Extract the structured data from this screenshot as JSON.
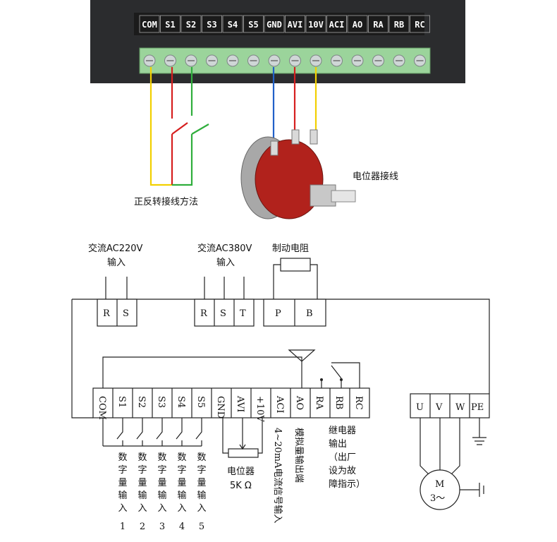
{
  "photo": {
    "terminal_labels": [
      "COM",
      "S1",
      "S2",
      "S3",
      "S4",
      "S5",
      "GND",
      "AVI",
      "10V",
      "ACI",
      "AO",
      "RA",
      "RB",
      "RC"
    ],
    "caption_reverse": "正反转接线方法",
    "caption_pot": "电位器接线",
    "colors": {
      "yellow": "#f2d000",
      "red": "#d61f1f",
      "green": "#2fae3c",
      "blue": "#2060c8"
    }
  },
  "schematic": {
    "input_220": {
      "line1": "交流AC220V",
      "line2": "输入",
      "terminals": [
        "R",
        "S"
      ]
    },
    "input_380": {
      "line1": "交流AC380V",
      "line2": "输入",
      "terminals": [
        "R",
        "S",
        "T"
      ]
    },
    "brake": {
      "label": "制动电阻",
      "terminals": [
        "P",
        "B"
      ]
    },
    "control_terminals": [
      "COM",
      "S1",
      "S2",
      "S3",
      "S4",
      "S5",
      "GND",
      "AVI",
      "+10V",
      "ACI",
      "AO",
      "RA",
      "RB",
      "RC"
    ],
    "motor_terminals": [
      "U",
      "V",
      "W",
      "PE"
    ],
    "motor_label_1": "M",
    "motor_label_2": "3～",
    "digital_inputs": [
      {
        "chars": [
          "数",
          "字",
          "量",
          "输",
          "入"
        ],
        "num": "1"
      },
      {
        "chars": [
          "数",
          "字",
          "量",
          "输",
          "入"
        ],
        "num": "2"
      },
      {
        "chars": [
          "数",
          "字",
          "量",
          "输",
          "入"
        ],
        "num": "3"
      },
      {
        "chars": [
          "数",
          "字",
          "量",
          "输",
          "入"
        ],
        "num": "4"
      },
      {
        "chars": [
          "数",
          "字",
          "量",
          "输",
          "入"
        ],
        "num": "5"
      }
    ],
    "pot_label_1": "电位器",
    "pot_label_2": "5K Ω",
    "aci_label": "4~20mA电流信号输入",
    "ao_label": "模拟量输出端",
    "relay_lines": [
      "继电器",
      "输出",
      "（出厂",
      "设为故",
      "障指示）"
    ]
  }
}
